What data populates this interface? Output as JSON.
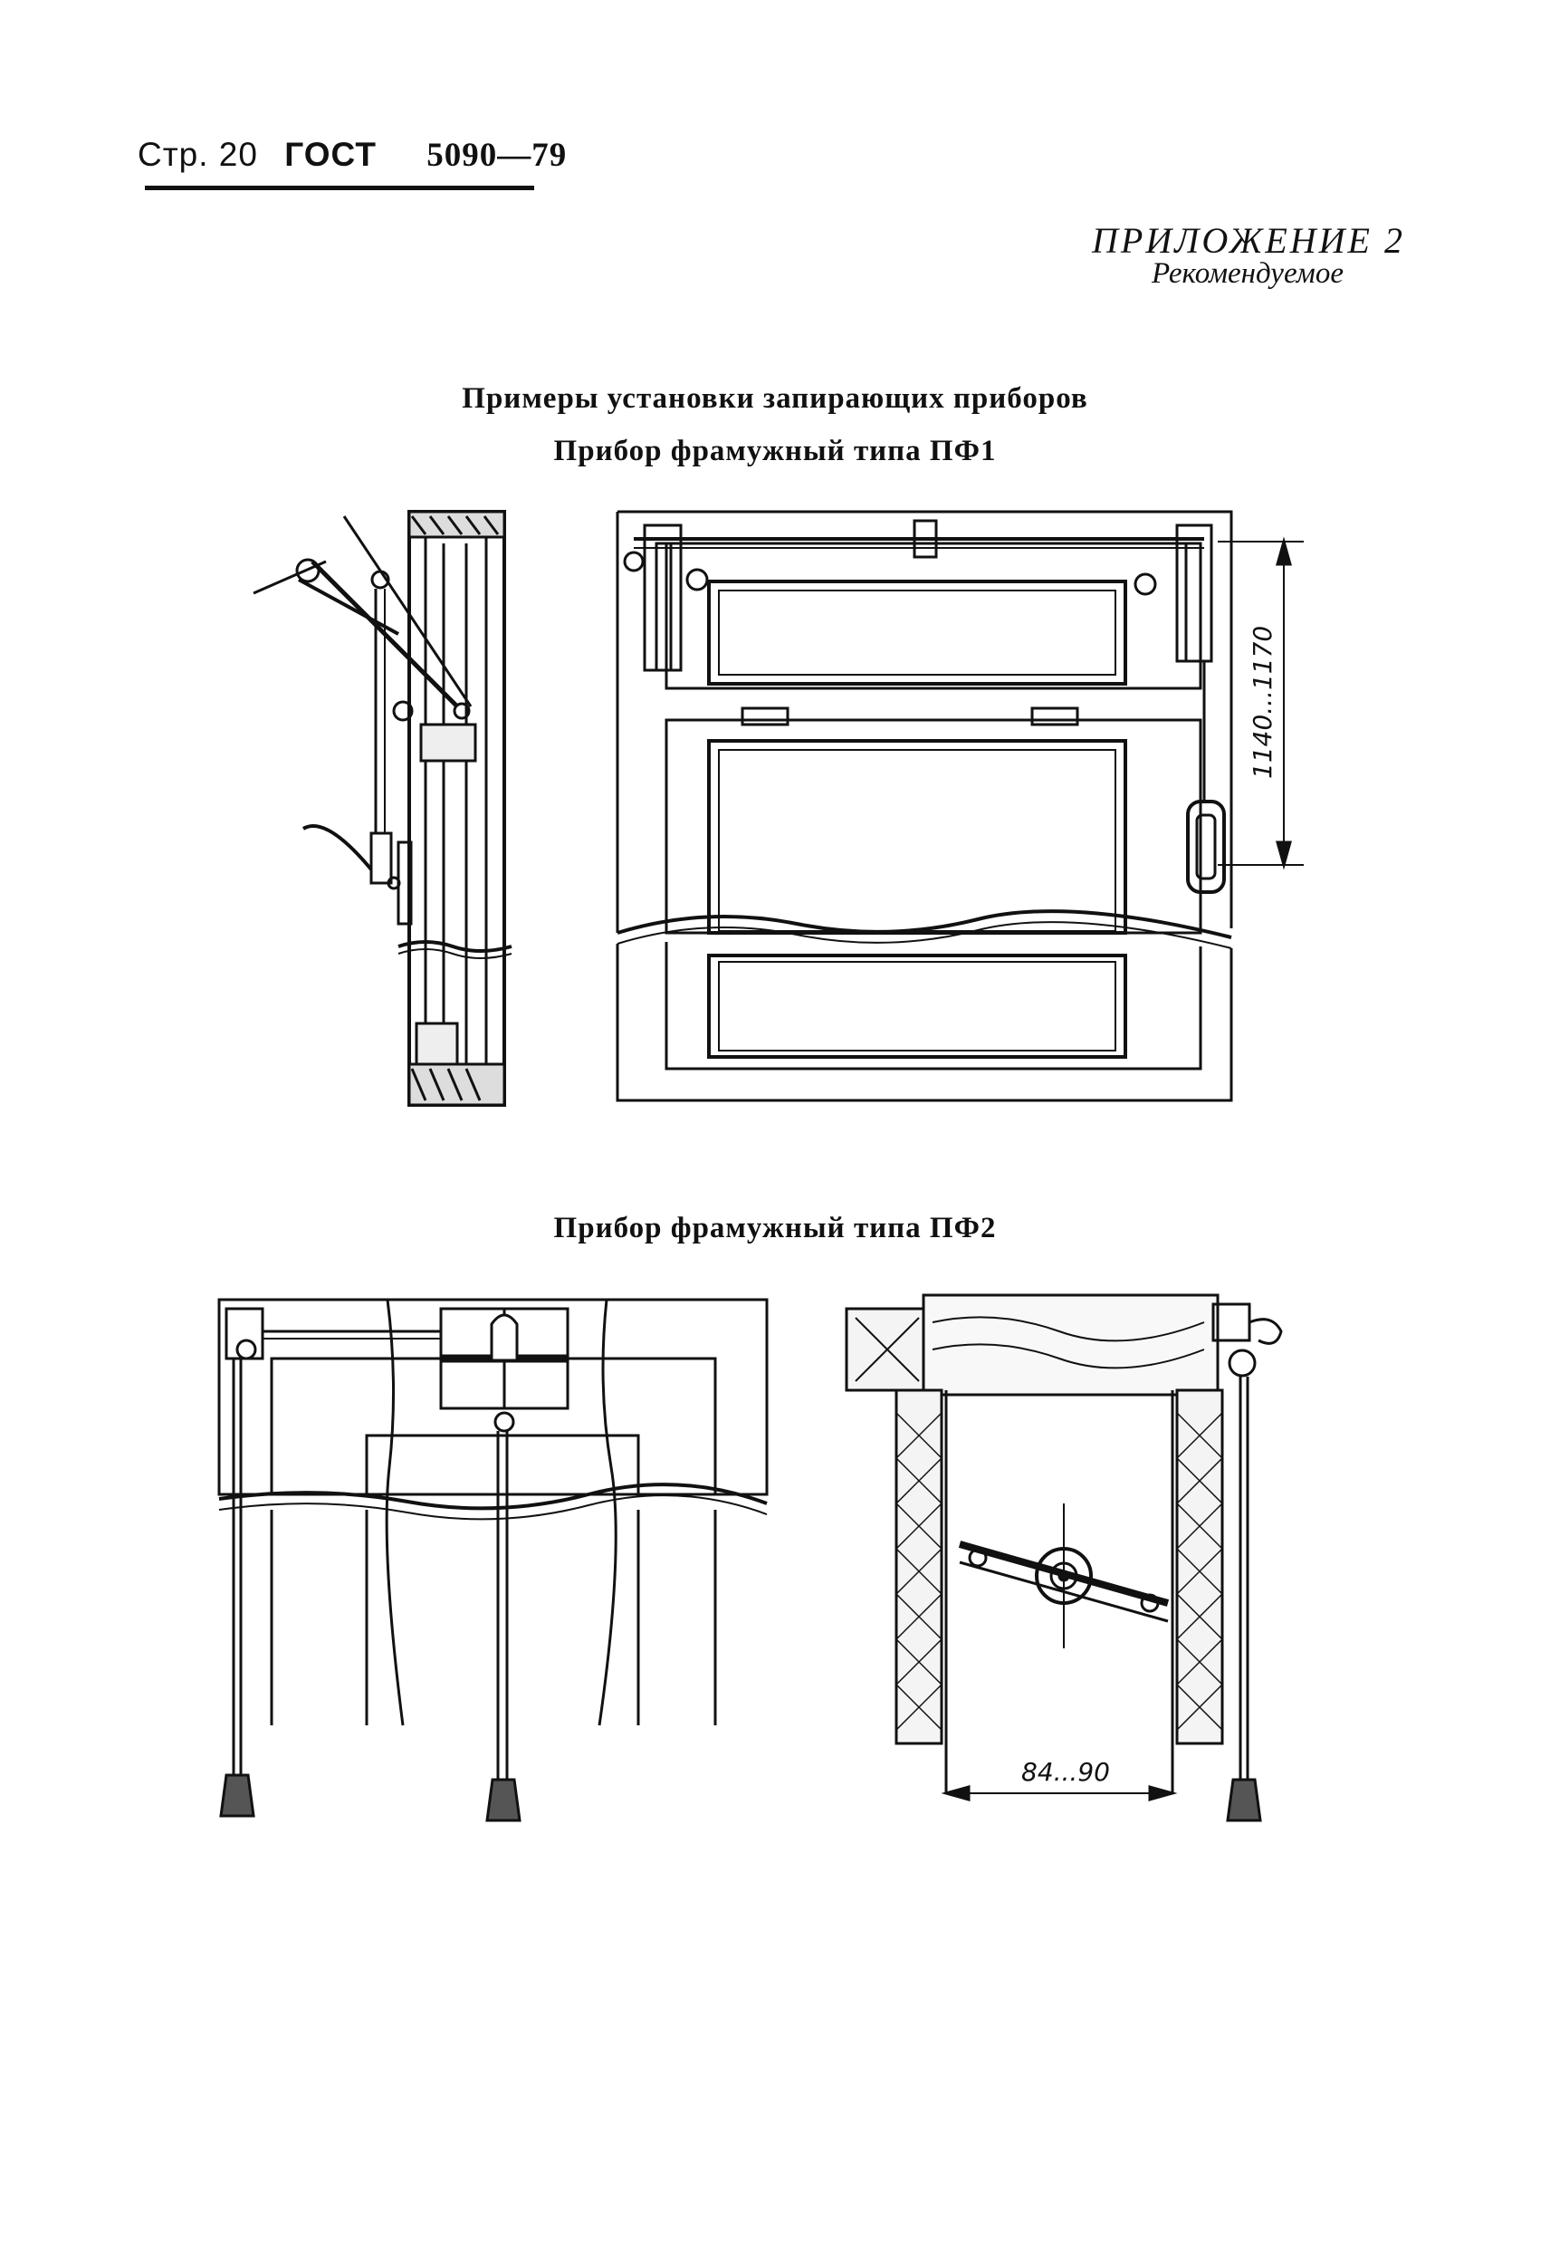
{
  "header": {
    "page_label": "Стр. 20",
    "standard": "ГОСТ",
    "number": "5090—79"
  },
  "appendix": {
    "title": "ПРИЛОЖЕНИЕ 2",
    "status": "Рекомендуемое"
  },
  "headings": {
    "main": "Примеры установки запирающих приборов",
    "pf1": "Прибор фрамужный типа ПФ1",
    "pf2": "Прибор фрамужный типа ПФ2"
  },
  "dimensions": {
    "pf1_height": "1140...1170",
    "pf2_width": "84...90"
  }
}
